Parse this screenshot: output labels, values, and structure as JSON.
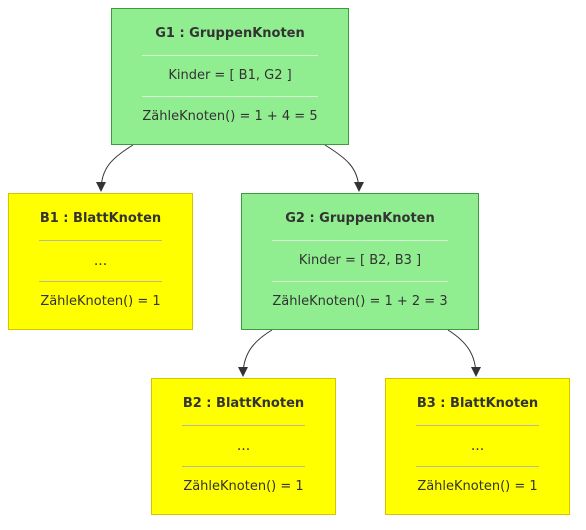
{
  "nodes": {
    "g1": {
      "title": "G1 : GruppenKnoten",
      "attribute": "Kinder = [ B1, G2 ]",
      "method": "ZähleKnoten() = 1 + 4 = 5",
      "color": "#90ee90"
    },
    "b1": {
      "title": "B1 : BlattKnoten",
      "attribute": "...",
      "method": "ZähleKnoten() = 1",
      "color": "#ffff00"
    },
    "g2": {
      "title": "G2 : GruppenKnoten",
      "attribute": "Kinder = [ B2, B3 ]",
      "method": "ZähleKnoten() = 1 + 2 = 3",
      "color": "#90ee90"
    },
    "b2": {
      "title": "B2 : BlattKnoten",
      "attribute": "...",
      "method": "ZähleKnoten() = 1",
      "color": "#ffff00"
    },
    "b3": {
      "title": "B3 : BlattKnoten",
      "attribute": "...",
      "method": "ZähleKnoten() = 1",
      "color": "#ffff00"
    }
  },
  "edges": [
    {
      "from": "G1",
      "to": "B1"
    },
    {
      "from": "G1",
      "to": "G2"
    },
    {
      "from": "G2",
      "to": "B2"
    },
    {
      "from": "G2",
      "to": "B3"
    }
  ]
}
